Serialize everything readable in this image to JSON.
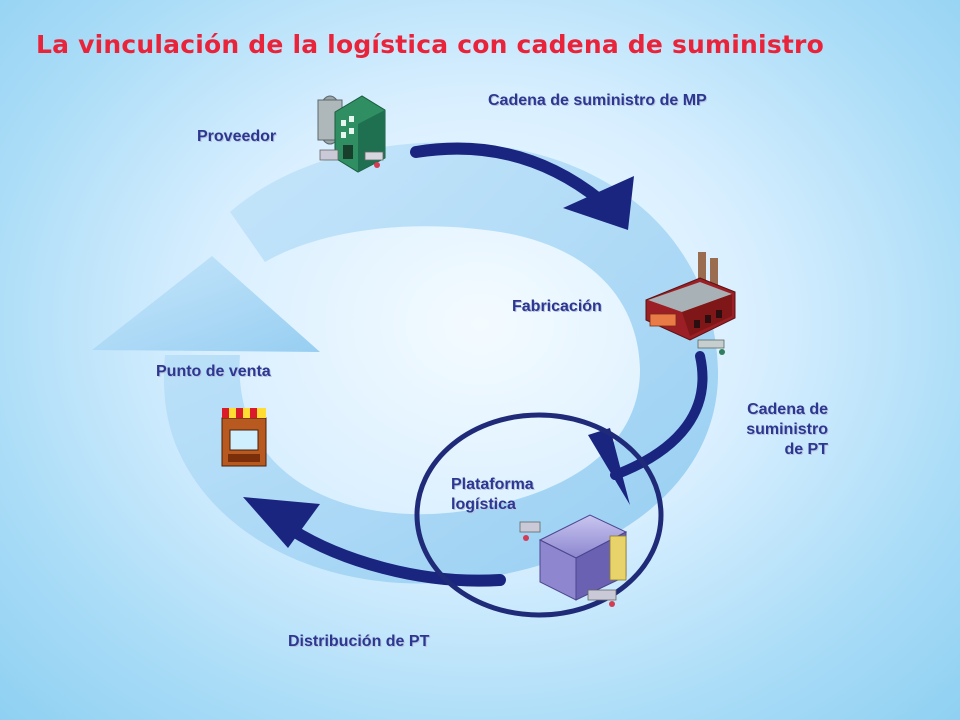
{
  "slide": {
    "title": "La vinculación de la logística con cadena de suministro"
  },
  "labels": {
    "proveedor": "Proveedor",
    "cadena_mp": "Cadena de suministro de MP",
    "fabricacion": "Fabricación",
    "punto_venta": "Punto de venta",
    "cadena_pt_1": "Cadena de",
    "cadena_pt_2": "suministro",
    "cadena_pt_3": "de PT",
    "plataforma_1": "Plataforma",
    "plataforma_2": "logística",
    "distribucion": "Distribución de PT"
  },
  "colors": {
    "title": "#e8233a",
    "label": "#2c3890",
    "ring": "#9fd4f5",
    "arrow": "#1a2580"
  },
  "icons": {
    "proveedor": "supplier-building-icon",
    "fabrica": "factory-icon",
    "tienda": "store-icon",
    "plataforma": "warehouse-icon"
  }
}
